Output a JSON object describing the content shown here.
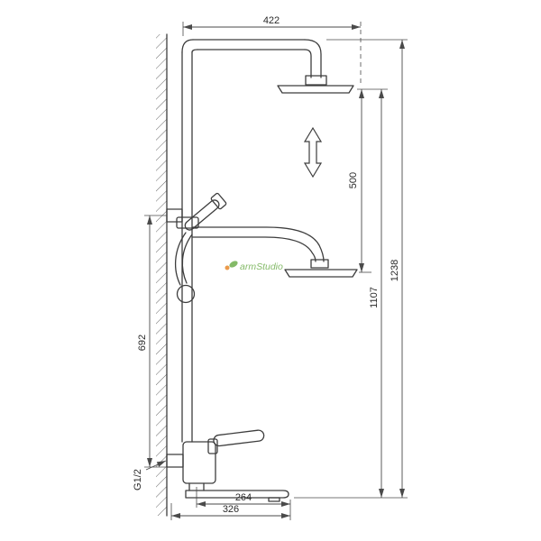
{
  "drawing": {
    "dimensions": {
      "top_width_mm": "422",
      "head_adjust_range_mm": "500",
      "lower_head_height_mm": "1107",
      "total_height_mm": "1238",
      "hand_shower_outlet_height_mm": "692",
      "inlet_thread": "G1/2",
      "spout_reach_mm": "264",
      "base_width_mm": "326"
    },
    "watermark": {
      "text": "armStudio"
    },
    "colors": {
      "line": "#3d3d3d",
      "dimension": "#4a4a4a",
      "watermark_green": "#6fae4e",
      "watermark_orange": "#e8892b"
    }
  }
}
